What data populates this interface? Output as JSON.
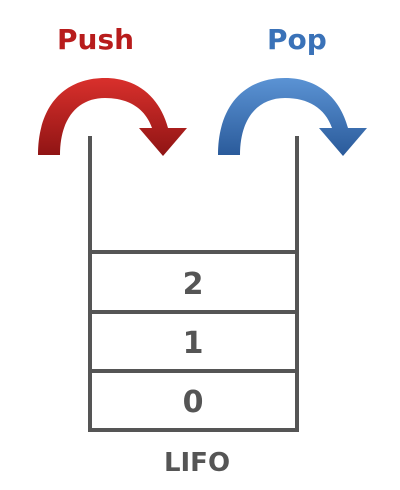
{
  "labels": {
    "push": "Push",
    "pop": "Pop",
    "caption": "LIFO"
  },
  "stack": {
    "items": [
      "2",
      "1",
      "0"
    ]
  },
  "colors": {
    "push": "#b81c1c",
    "pop": "#3a72b8",
    "stack_line": "#555555",
    "text": "#555555"
  }
}
